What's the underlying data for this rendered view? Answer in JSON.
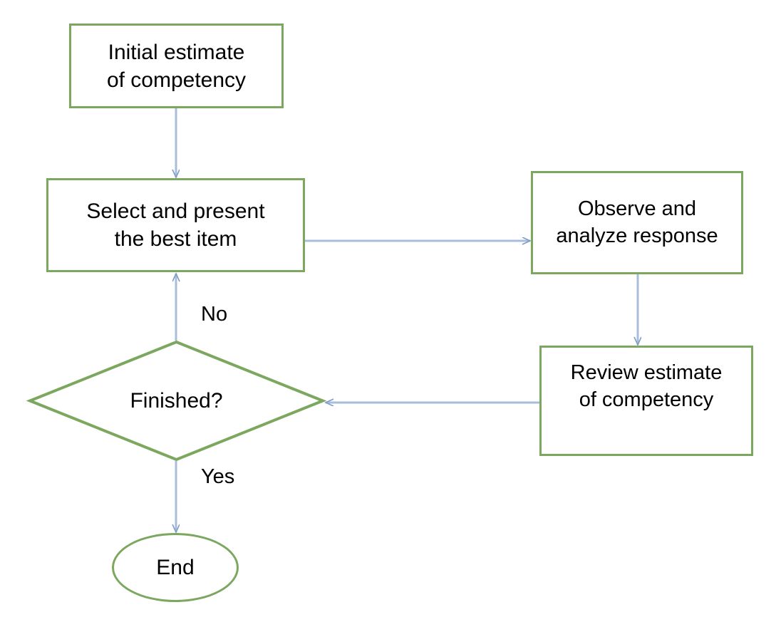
{
  "diagram": {
    "title": "Adaptive testing process flowchart",
    "colors": {
      "shape_stroke": "#7ca75f",
      "connector": "#a8bddc",
      "text": "#000000",
      "background": "#ffffff"
    },
    "nodes": {
      "initial_estimate": {
        "shape": "rectangle",
        "label": "Initial estimate\nof competency"
      },
      "select_item": {
        "shape": "rectangle",
        "label": "Select and present\nthe best item"
      },
      "observe_response": {
        "shape": "rectangle",
        "label": "Observe and\nanalyze response"
      },
      "review_estimate": {
        "shape": "rectangle",
        "label": "Review estimate\nof competency"
      },
      "finished_decision": {
        "shape": "diamond",
        "label": "Finished?"
      },
      "end_terminator": {
        "shape": "ellipse",
        "label": "End"
      }
    },
    "edge_labels": {
      "no": "No",
      "yes": "Yes"
    },
    "edges": [
      {
        "from": "initial_estimate",
        "to": "select_item",
        "label": ""
      },
      {
        "from": "select_item",
        "to": "observe_response",
        "label": ""
      },
      {
        "from": "observe_response",
        "to": "review_estimate",
        "label": ""
      },
      {
        "from": "review_estimate",
        "to": "finished_decision",
        "label": ""
      },
      {
        "from": "finished_decision",
        "to": "select_item",
        "label": "No"
      },
      {
        "from": "finished_decision",
        "to": "end_terminator",
        "label": "Yes"
      }
    ]
  }
}
